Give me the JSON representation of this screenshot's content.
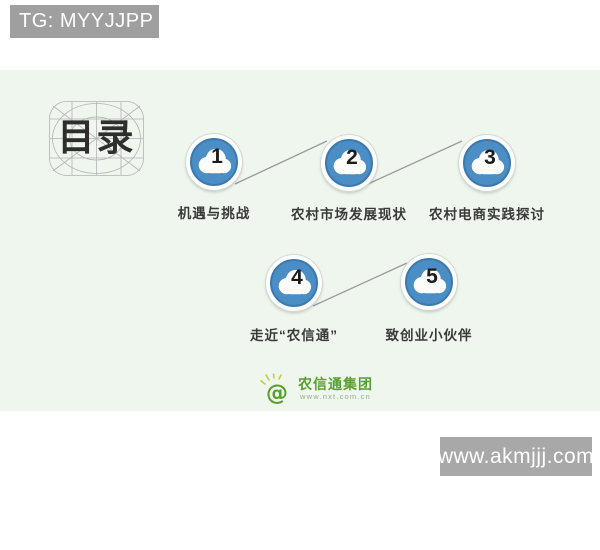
{
  "watermarks": {
    "top": "TG: MYYJJPP",
    "bottom": "www.akmjjj.com"
  },
  "slide": {
    "title": "目录",
    "items": [
      {
        "number": "1",
        "label": "机遇与挑战"
      },
      {
        "number": "2",
        "label": "农村市场发展现状"
      },
      {
        "number": "3",
        "label": "农村电商实践探讨"
      },
      {
        "number": "4",
        "label": "走近“农信通”"
      },
      {
        "number": "5",
        "label": "致创业小伙伴"
      }
    ],
    "logo": {
      "name": "农信通集团",
      "url": "www.nxt.com.cn"
    },
    "colors": {
      "circle_blue": "#4a8ec5",
      "slide_bg": "#eff6ee",
      "banner_gray": "#a8a8a8",
      "logo_green": "#58a02c",
      "line_gray": "#9b9b9b"
    }
  }
}
